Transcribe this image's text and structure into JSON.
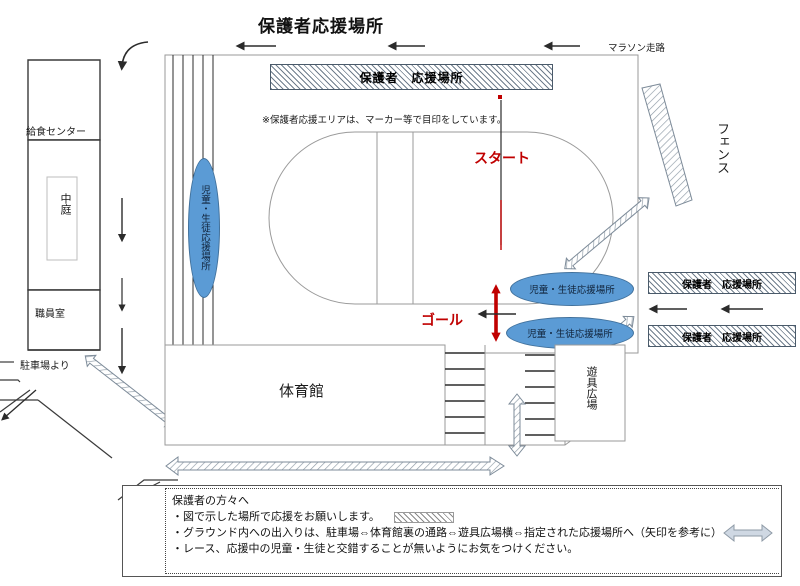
{
  "title": "保護者応援場所",
  "notes": {
    "marker_note": "※保護者応援エリアは、マーカー等で目印をしています。"
  },
  "labels": {
    "marathon_course": "マラソン走路",
    "fence": "フェンス",
    "lunch_center": "給食センター",
    "courtyard": "中庭",
    "staff_room": "職員室",
    "from_parking": "駐車場より",
    "gymnasium": "体育館",
    "playground": "遊具広場",
    "start": "スタート",
    "goal": "ゴール"
  },
  "banners": {
    "top_guardian": "保護者　応援場所",
    "right_guardian_upper": "保護者　応援場所",
    "right_guardian_lower": "保護者　応援場所"
  },
  "ovals": {
    "left_students": "児童・生徒応援場所",
    "mid_students_upper": "児童・生徒応援場所",
    "mid_students_lower": "児童・生徒応援場所"
  },
  "legend": {
    "heading": "保護者の方々へ",
    "line1": "・図で示した場所で応援をお願いします。",
    "line2": "・グラウンド内への出入りは、駐車場⇔体育館裏の通路⇔遊具広場横⇔指定された応援場所へ（矢印を参考に）",
    "line3": "・レース、応援中の児童・生徒と交錯することが無いようにお気をつけください。"
  },
  "colors": {
    "oval_fill": "#5b9bd5",
    "oval_stroke": "#41719c",
    "accent_red": "#c00000",
    "hatch_stroke": "#6f7d8c",
    "line": "#3a3a3a"
  },
  "icons": {
    "arrow_left": "arrow-left-icon",
    "arrow_down": "arrow-down-icon",
    "arrow_double": "double-arrow-icon",
    "arrow_curved": "curved-arrow-icon"
  }
}
